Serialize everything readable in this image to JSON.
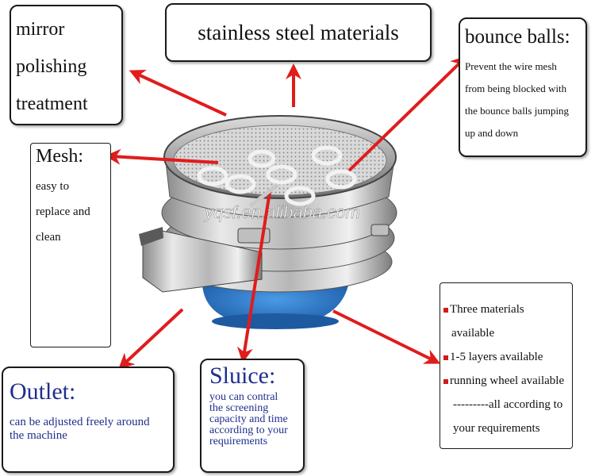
{
  "watermark": "yqsf.en.alibaba.com",
  "mirror_box": {
    "lines": [
      "mirror",
      "polishing",
      "treatment"
    ]
  },
  "steel_box": {
    "title": "stainless steel materials"
  },
  "bounce_box": {
    "title": "bounce balls:",
    "lines": [
      "Prevent the wire mesh",
      "from being blocked with",
      "the bounce balls jumping",
      "up and down"
    ]
  },
  "mesh_box": {
    "title": "Mesh:",
    "lines": [
      "easy to",
      "replace and",
      "clean"
    ]
  },
  "outlet_box": {
    "title": "Outlet:",
    "lines": [
      "can be adjusted freely around",
      "the machine"
    ]
  },
  "sluice_box": {
    "title": "Sluice:",
    "lines": [
      "you can contral",
      "the screening",
      "capacity and time",
      "according to your",
      "requirements"
    ]
  },
  "features_box": {
    "items": [
      [
        "Three materials",
        "available"
      ],
      [
        "1-5 layers available"
      ],
      [
        "running wheel available"
      ]
    ],
    "footer": [
      "---------all according to",
      "your requirements"
    ]
  },
  "colors": {
    "arrow": "#e01c1c",
    "blue_text": "#1f2f8c",
    "base": "#2f7fd0"
  }
}
